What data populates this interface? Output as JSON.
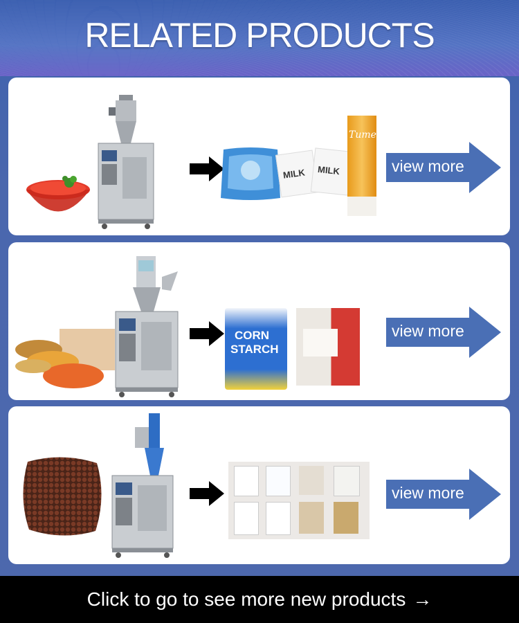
{
  "header": {
    "title": "RELATED PRODUCTS"
  },
  "cards": [
    {
      "button_label": "view more",
      "bag_labels": [
        "MILK",
        "MILK"
      ],
      "stick_brand": "Tumex"
    },
    {
      "button_label": "view more",
      "bag_labels": [
        "CORN",
        "STARCH"
      ]
    },
    {
      "button_label": "view more"
    }
  ],
  "footer": {
    "text": "Click to go to see more new products",
    "arrow": "→"
  },
  "colors": {
    "accent": "#4a6fb5",
    "card_bg": "#ffffff",
    "footer_bg": "#000000"
  },
  "icons": [
    "right-arrow-icon",
    "view-more-arrow-icon"
  ]
}
